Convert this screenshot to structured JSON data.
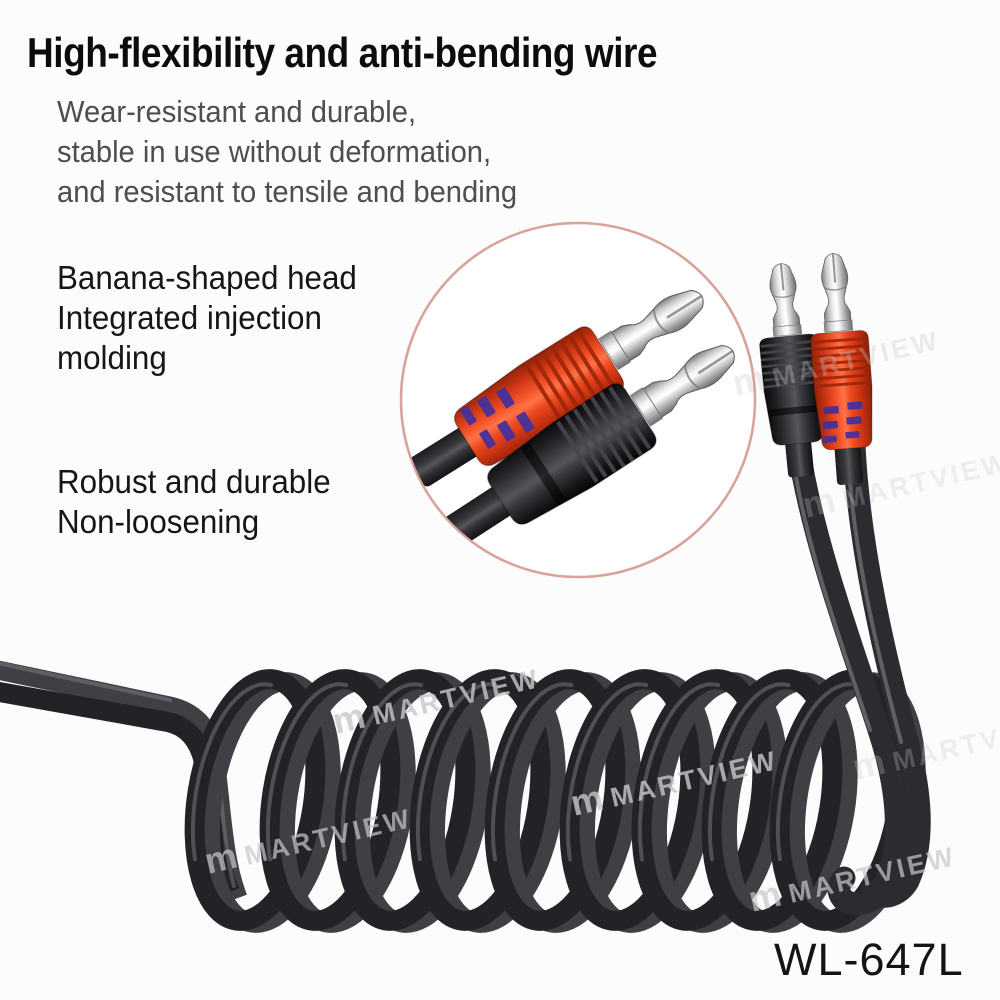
{
  "product_image": {
    "title": "High-flexibility and anti-bending wire",
    "subtitle_lines": [
      "Wear-resistant and durable,",
      "stable in use without deformation,",
      "and resistant to tensile and bending"
    ],
    "feature_1_lines": [
      "Banana-shaped head",
      "Integrated injection",
      "molding"
    ],
    "feature_2_lines": [
      "Robust and durable",
      "Non-loosening"
    ],
    "model_number": "WL-647L",
    "watermark": {
      "logo": "m",
      "brand": "MARTVIEW"
    },
    "colors": {
      "background": "#fcfcfd",
      "title_text": "#0c0c0c",
      "subtitle_text": "#4e4e4e",
      "feature_text": "#161616",
      "model_text": "#141414",
      "red_plug": "#e8401a",
      "black_plug": "#1a1a1c",
      "silver_tip": "#d9d9db",
      "purple_marks": "#43309f",
      "cable": "#2d2d31",
      "inset_ring": "#d9a29a",
      "watermark": "#c8c8ca"
    }
  }
}
